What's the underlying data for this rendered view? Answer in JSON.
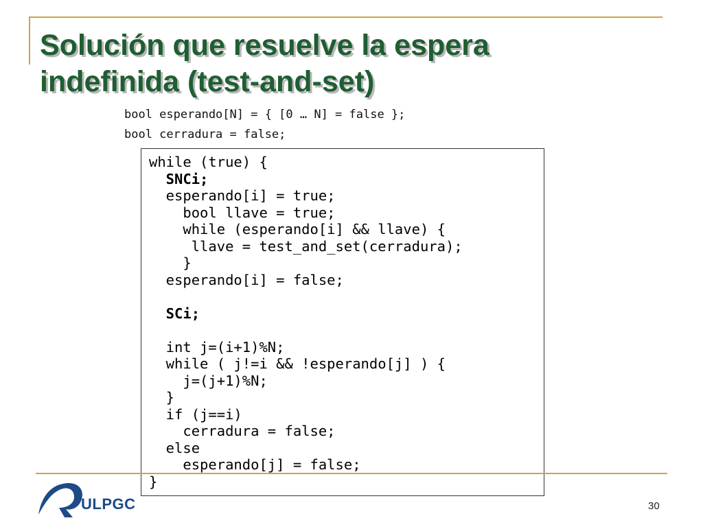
{
  "slide": {
    "title_line1": "Solución que resuelve la espera",
    "title_line2": "indefinida (test-and-set)",
    "declarations": [
      "bool esperando[N] = { [0 … N] = false };",
      "bool cerradura = false;"
    ],
    "code_lines": [
      {
        "text": "while (true) {",
        "bold": false
      },
      {
        "text": "  SNCi;",
        "bold": true
      },
      {
        "text": "  esperando[i] = true;",
        "bold": false
      },
      {
        "text": "    bool llave = true;",
        "bold": false
      },
      {
        "text": "    while (esperando[i] && llave) {",
        "bold": false
      },
      {
        "text": "     llave = test_and_set(cerradura);",
        "bold": false
      },
      {
        "text": "    }",
        "bold": false
      },
      {
        "text": "  esperando[i] = false;",
        "bold": false
      },
      {
        "text": "",
        "bold": false
      },
      {
        "text": "  SCi;",
        "bold": true
      },
      {
        "text": "",
        "bold": false
      },
      {
        "text": "  int j=(i+1)%N;",
        "bold": false
      },
      {
        "text": "  while ( j!=i && !esperando[j] ) {",
        "bold": false
      },
      {
        "text": "    j=(j+1)%N;",
        "bold": false
      },
      {
        "text": "  }",
        "bold": false
      },
      {
        "text": "  if (j==i)",
        "bold": false
      },
      {
        "text": "    cerradura = false;",
        "bold": false
      },
      {
        "text": "  else",
        "bold": false
      },
      {
        "text": "    esperando[j] = false;",
        "bold": false
      },
      {
        "text": "}",
        "bold": false
      }
    ],
    "logo_text": "ULPGC",
    "page_number": "30"
  },
  "colors": {
    "title": "#1f5e32",
    "accent_line": "#c9a44a",
    "logo": "#1e4a86"
  },
  "icons": {
    "logo": "ulpgc-logo-icon"
  }
}
